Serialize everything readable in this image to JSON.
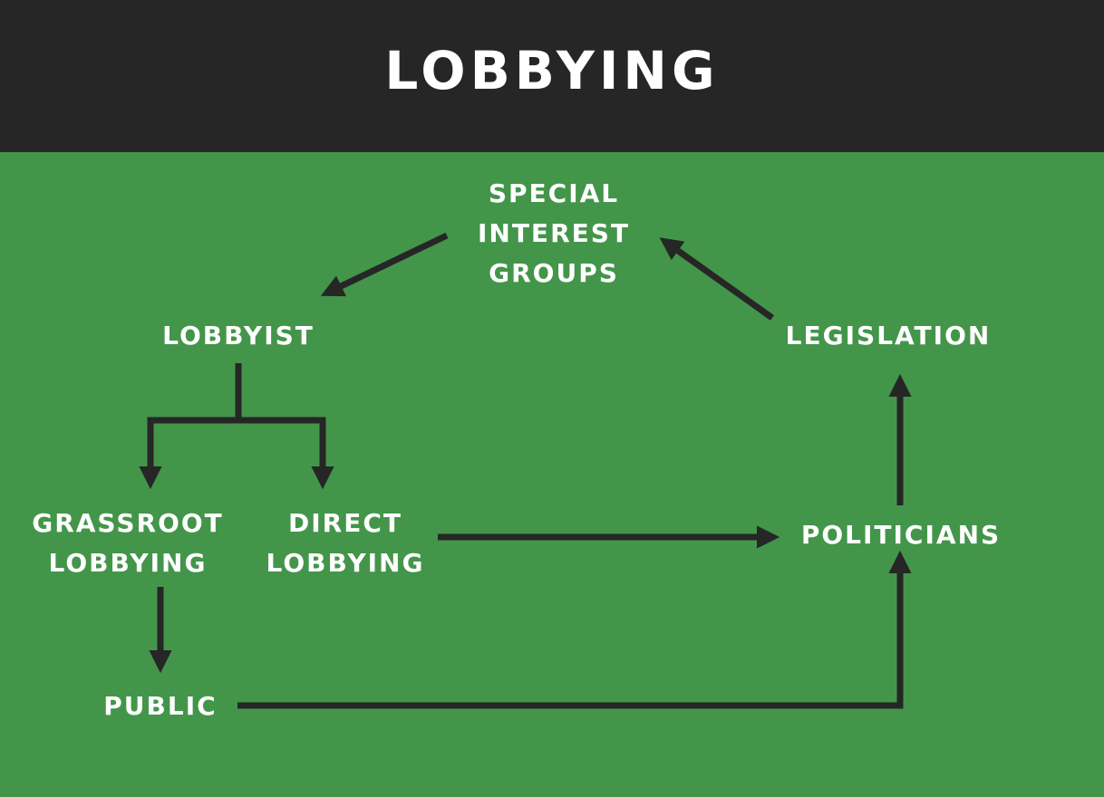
{
  "title": "LOBBYING",
  "colors": {
    "header_bg": "#262626",
    "diagram_bg": "#43954a",
    "arrow": "#262626",
    "text": "#ffffff"
  },
  "nodes": {
    "special_interest_groups": [
      "SPECIAL",
      "INTEREST",
      "GROUPS"
    ],
    "lobbyist": [
      "LOBBYIST"
    ],
    "legislation": [
      "LEGISLATION"
    ],
    "grassroot_lobbying": [
      "GRASSROOT",
      "LOBBYING"
    ],
    "direct_lobbying": [
      "DIRECT",
      "LOBBYING"
    ],
    "politicians": [
      "POLITICIANS"
    ],
    "public": [
      "PUBLIC"
    ]
  },
  "edges": [
    {
      "from": "special_interest_groups",
      "to": "lobbyist"
    },
    {
      "from": "lobbyist",
      "to": "grassroot_lobbying"
    },
    {
      "from": "lobbyist",
      "to": "direct_lobbying"
    },
    {
      "from": "grassroot_lobbying",
      "to": "public"
    },
    {
      "from": "direct_lobbying",
      "to": "politicians"
    },
    {
      "from": "public",
      "to": "politicians"
    },
    {
      "from": "politicians",
      "to": "legislation"
    },
    {
      "from": "legislation",
      "to": "special_interest_groups"
    }
  ]
}
